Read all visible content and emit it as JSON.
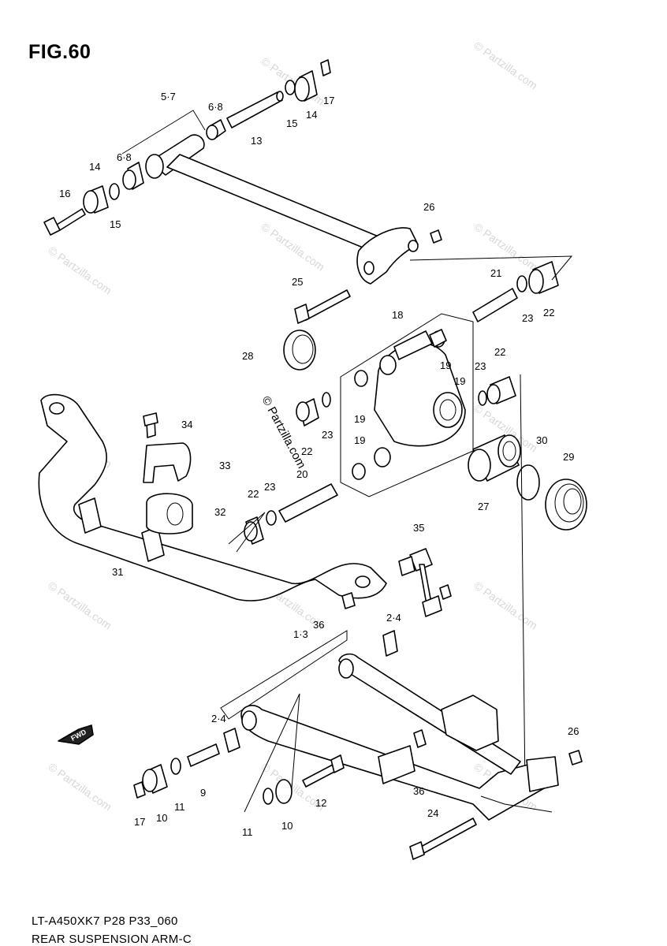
{
  "figure": {
    "title": "FIG.60",
    "code": "LT-A450XK7 P28 P33_060",
    "name": "REAR SUSPENSION ARM-C"
  },
  "watermark": {
    "text": "© Partzilla.com",
    "center_text": "© Partzilla.com"
  },
  "fwd_label": "FWD",
  "callouts": [
    "5·7",
    "6·8",
    "6·8",
    "13",
    "14",
    "15",
    "17",
    "16",
    "14",
    "15",
    "26",
    "25",
    "28",
    "18",
    "21",
    "22",
    "23",
    "19",
    "19",
    "22",
    "23",
    "19",
    "23",
    "22",
    "19",
    "30",
    "29",
    "27",
    "34",
    "33",
    "20",
    "22",
    "23",
    "32",
    "31",
    "35",
    "36",
    "2·4",
    "1·3",
    "2·4",
    "26",
    "9",
    "17",
    "10",
    "11",
    "12",
    "36",
    "11",
    "10",
    "24"
  ]
}
